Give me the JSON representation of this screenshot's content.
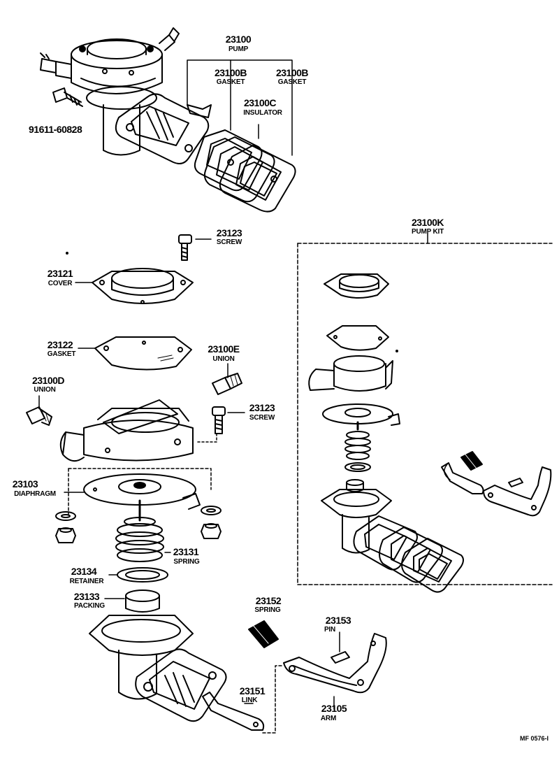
{
  "labels": {
    "pump_num": "23100",
    "pump_name": "PUMP",
    "gasket_b1_num": "23100B",
    "gasket_b1_name": "GASKET",
    "gasket_b2_num": "23100B",
    "gasket_b2_name": "GASKET",
    "insulator_num": "23100C",
    "insulator_name": "INSULATOR",
    "bolt_num": "91611-60828",
    "screw_top_num": "23123",
    "screw_top_name": "SCREW",
    "cover_num": "23121",
    "cover_name": "COVER",
    "gasket_num": "23122",
    "gasket_name": "GASKET",
    "union_e_num": "23100E",
    "union_e_name": "UNION",
    "union_d_num": "23100D",
    "union_d_name": "UNION",
    "screw_mid_num": "23123",
    "screw_mid_name": "SCREW",
    "diaphragm_num": "23103",
    "diaphragm_name": "DIAPHRAGM",
    "spring_num": "23131",
    "spring_name": "SPRING",
    "retainer_num": "23134",
    "retainer_name": "RETAINER",
    "packing_num": "23133",
    "packing_name": "PACKING",
    "spring2_num": "23152",
    "spring2_name": "SPRING",
    "pin_num": "23153",
    "pin_name": "PIN",
    "link_num": "23151",
    "link_name": "LINK",
    "arm_num": "23105",
    "arm_name": "ARM",
    "kit_num": "23100K",
    "kit_name": "PUMP KIT",
    "figure_code": "MF 0576-I"
  }
}
